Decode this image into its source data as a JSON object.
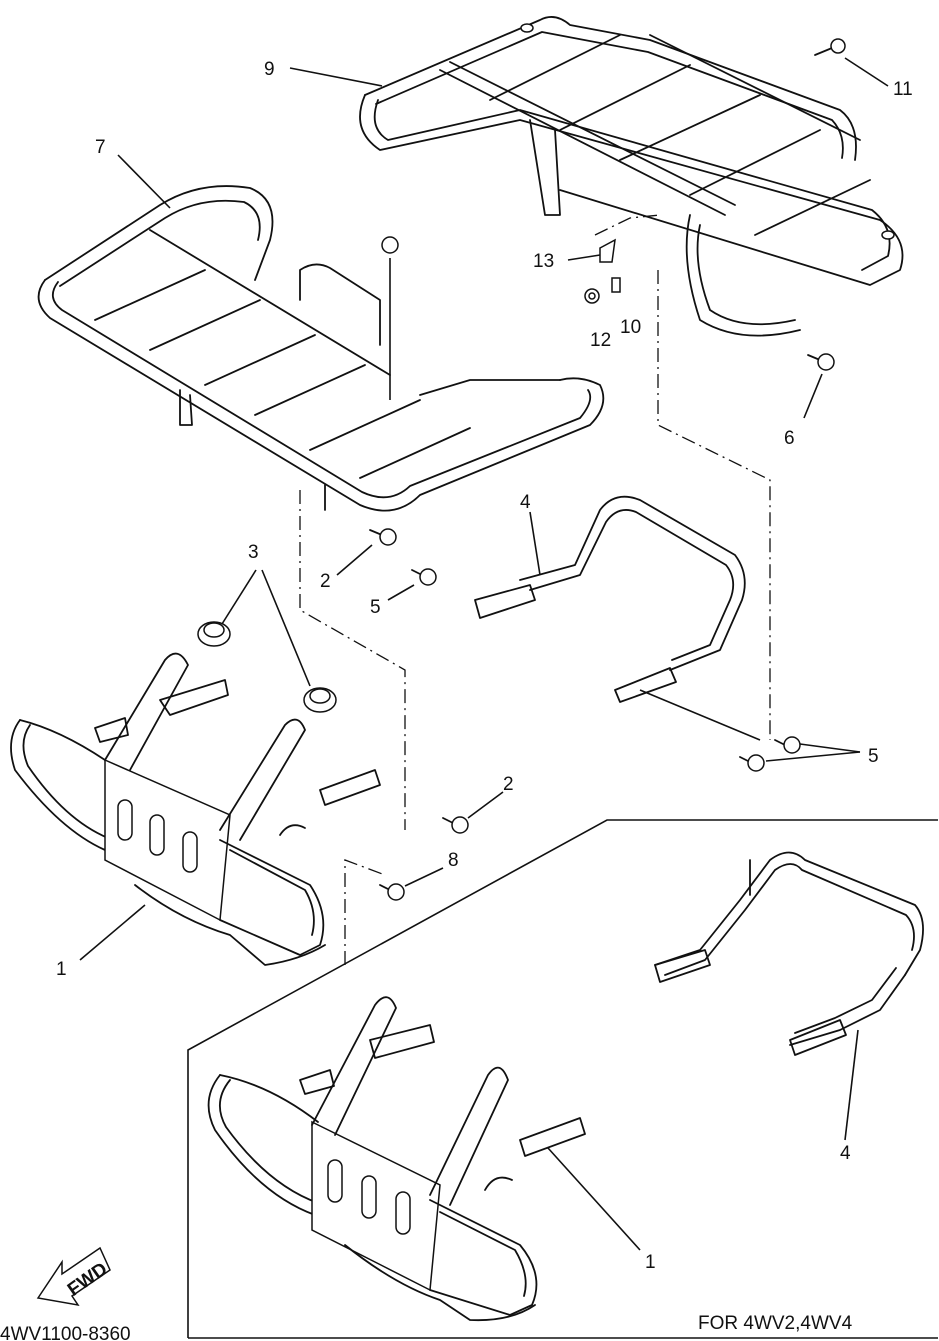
{
  "diagram": {
    "document_code": "4WV1100-8360",
    "inset_caption": "FOR 4WV2,4WV4",
    "direction_arrow_label": "FWD",
    "callouts": {
      "c1_main": "1",
      "c1_inset": "1",
      "c2_upper": "2",
      "c2_lower": "2",
      "c3": "3",
      "c4_main": "4",
      "c4_inset": "4",
      "c5_left": "5",
      "c5_right": "5",
      "c6": "6",
      "c7": "7",
      "c8": "8",
      "c9": "9",
      "c10": "10",
      "c11": "11",
      "c12": "12",
      "c13": "13"
    }
  }
}
